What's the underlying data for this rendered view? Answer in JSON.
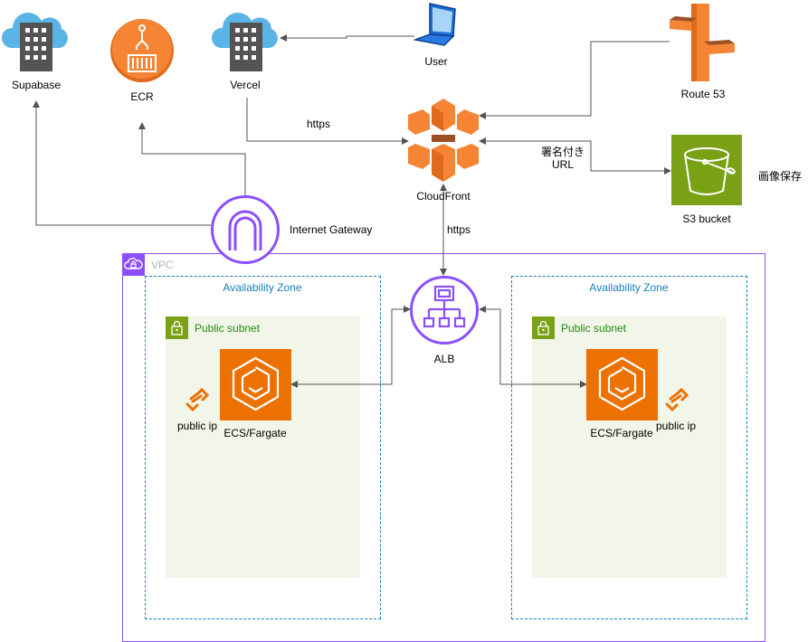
{
  "colors": {
    "vpc": "#8C4FFF",
    "az": "#147EBA",
    "subnet_fill": "#F2F6E8",
    "subnet_text": "#248814",
    "orange": "#ED7100",
    "s3_green": "#7AA116",
    "cloudfront_orange": "#F58534",
    "route53_orange": "#F58534",
    "cloud_blue": "#5AB4E5",
    "edge": "#545454"
  },
  "icons": {
    "supabase": "building-cloud-icon",
    "vercel": "building-cloud-icon",
    "ecr": "ecr-icon",
    "user": "laptop-icon",
    "route53": "route53-icon",
    "cloudfront": "cloudfront-icon",
    "s3": "s3-bucket-icon",
    "igw": "internet-gateway-icon",
    "alb": "load-balancer-icon",
    "ecs": "ecs-icon",
    "public_ip": "elastic-ip-icon",
    "subnet": "lock-icon",
    "vpc": "vpc-cloud-icon"
  },
  "nodes": {
    "supabase": "Supabase",
    "ecr": "ECR",
    "vercel": "Vercel",
    "user": "User",
    "route53": "Route 53",
    "cloudfront": "CloudFront",
    "s3": "S3 bucket",
    "s3_note": "画像保存",
    "igw": "Internet Gateway",
    "alb": "ALB",
    "ecs_left": "ECS/Fargate",
    "ecs_right": "ECS/Fargate",
    "public_ip_left": "public ip",
    "public_ip_right": "public ip"
  },
  "groups": {
    "vpc": "VPC",
    "az_left": "Availability Zone",
    "az_right": "Availability Zone",
    "subnet_left": "Public subnet",
    "subnet_right": "Public subnet"
  },
  "edges": {
    "vercel_cloudfront": "https",
    "cloudfront_alb": "https",
    "cloudfront_s3_line1": "署名付き",
    "cloudfront_s3_line2": "URL"
  }
}
